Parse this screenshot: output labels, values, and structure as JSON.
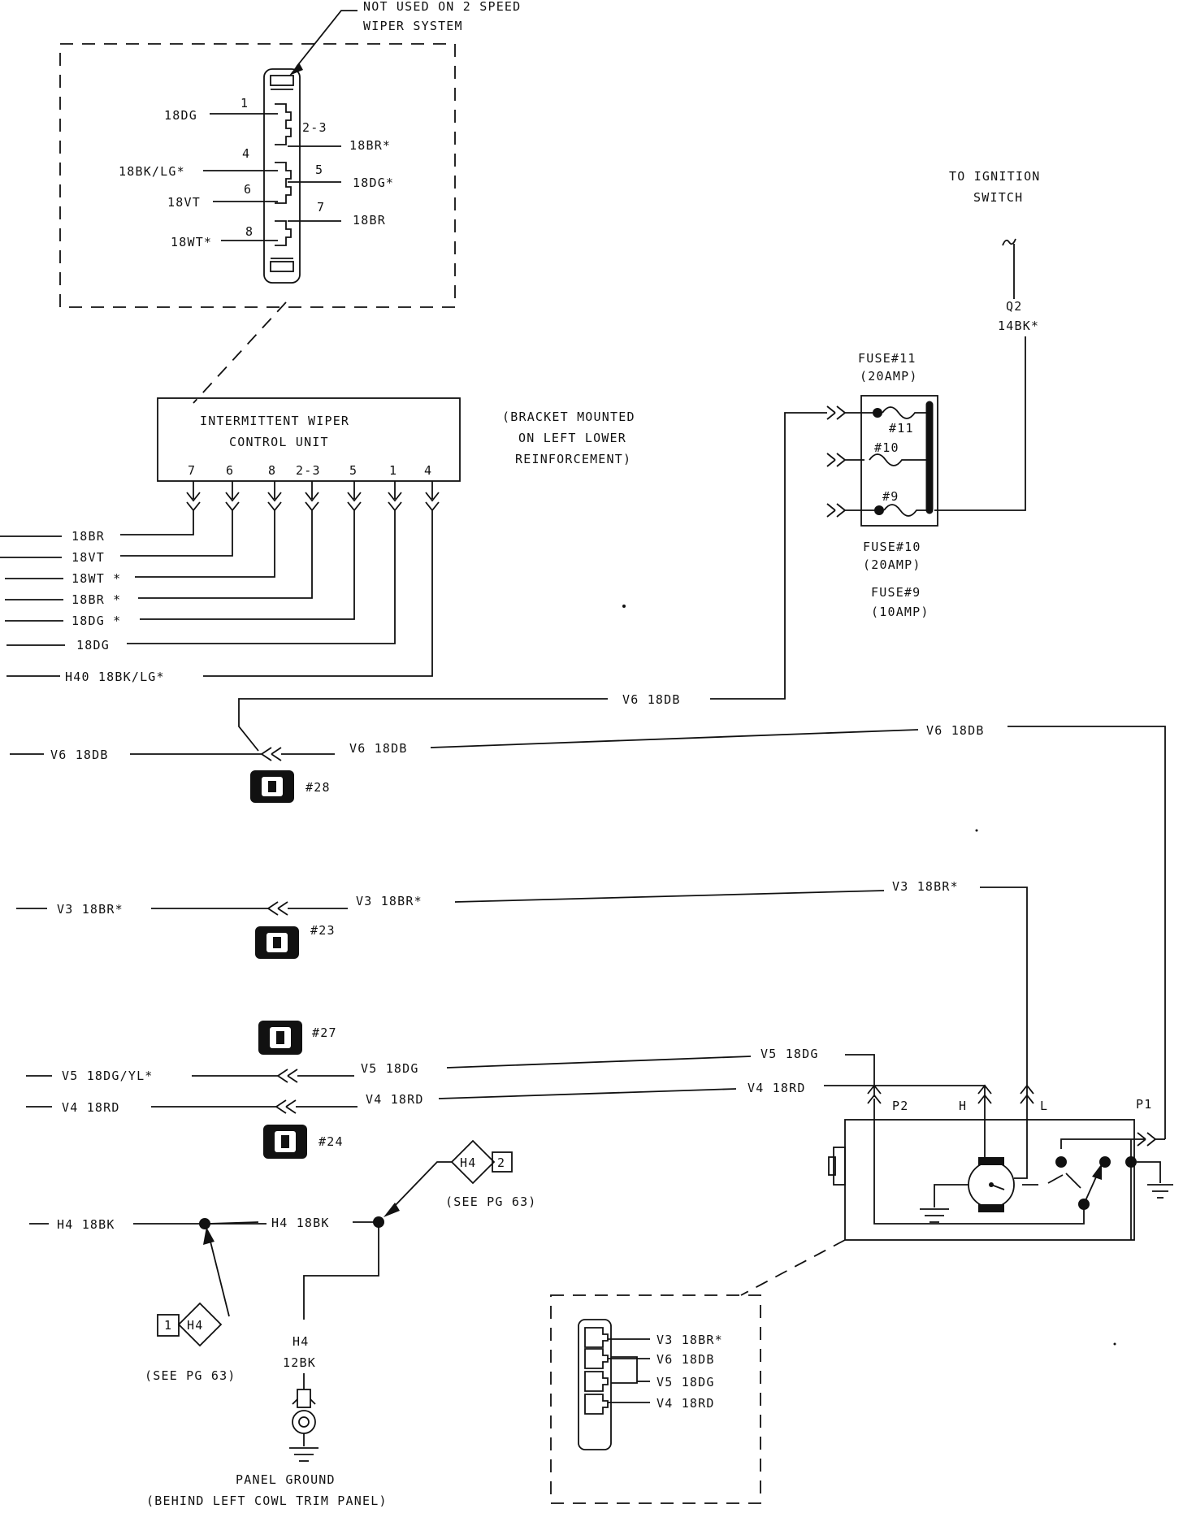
{
  "notes": {
    "not_used_1": "NOT USED ON 2 SPEED",
    "not_used_2": "WIPER SYSTEM",
    "ignition_1": "TO IGNITION",
    "ignition_2": "SWITCH",
    "bracket_1": "(BRACKET MOUNTED",
    "bracket_2": "ON LEFT LOWER",
    "bracket_3": "REINFORCEMENT)"
  },
  "connector": {
    "pins": [
      {
        "num": "1",
        "wire": "18DG"
      },
      {
        "num": "2-3",
        "wire": "18BR*"
      },
      {
        "num": "4",
        "wire": "18BK/LG*"
      },
      {
        "num": "5",
        "wire": "18DG*"
      },
      {
        "num": "6",
        "wire": "18VT"
      },
      {
        "num": "7",
        "wire": "18BR"
      },
      {
        "num": "8",
        "wire": "18WT*"
      }
    ]
  },
  "control_unit": {
    "title_1": "INTERMITTENT WIPER",
    "title_2": "CONTROL UNIT",
    "terminals": [
      "7",
      "6",
      "8",
      "2-3",
      "5",
      "1",
      "4"
    ],
    "wires": [
      "18BR",
      "18VT",
      "18WT *",
      "18BR *",
      "18DG *",
      "18DG",
      "H40  18BK/LG*"
    ]
  },
  "fuse_block": {
    "fuse11": "FUSE#11",
    "fuse11_amp": "(20AMP)",
    "fuse10": "FUSE#10",
    "fuse10_amp": "(20AMP)",
    "fuse9": "FUSE#9",
    "fuse9_amp": "(10AMP)",
    "num11": "#11",
    "num10": "#10",
    "num9": "#9"
  },
  "q2": {
    "circuit": "Q2",
    "wire": "14BK*"
  },
  "circuits": {
    "v6": "V6  18DB",
    "v3_left": "V3  18BR*",
    "v3_right": "V3  18BR*",
    "v5_left": "V5  18DG/YL*",
    "v5": "V5  18DG",
    "v4": "V4  18RD",
    "h4": "H4  18BK",
    "h4_mid": "H4  18BK",
    "h4_circuit": "H4",
    "h4_wire": "12BK"
  },
  "connectors": {
    "c28": "#28",
    "c23": "#23",
    "c27": "#27",
    "c24": "#24"
  },
  "splices": {
    "h4_a": "H4",
    "h4_a_num": "2",
    "h4_b": "H4",
    "h4_b_num": "1",
    "see_pg": "(SEE PG 63)"
  },
  "motor": {
    "p1": "P1",
    "p2": "P2",
    "h": "H",
    "l": "L"
  },
  "motor_connector": {
    "pins": [
      "V3  18BR*",
      "V6  18DB",
      "V5  18DG",
      "V4  18RD"
    ]
  },
  "ground": {
    "label_1": "PANEL GROUND",
    "label_2": "(BEHIND LEFT COWL TRIM PANEL)"
  }
}
